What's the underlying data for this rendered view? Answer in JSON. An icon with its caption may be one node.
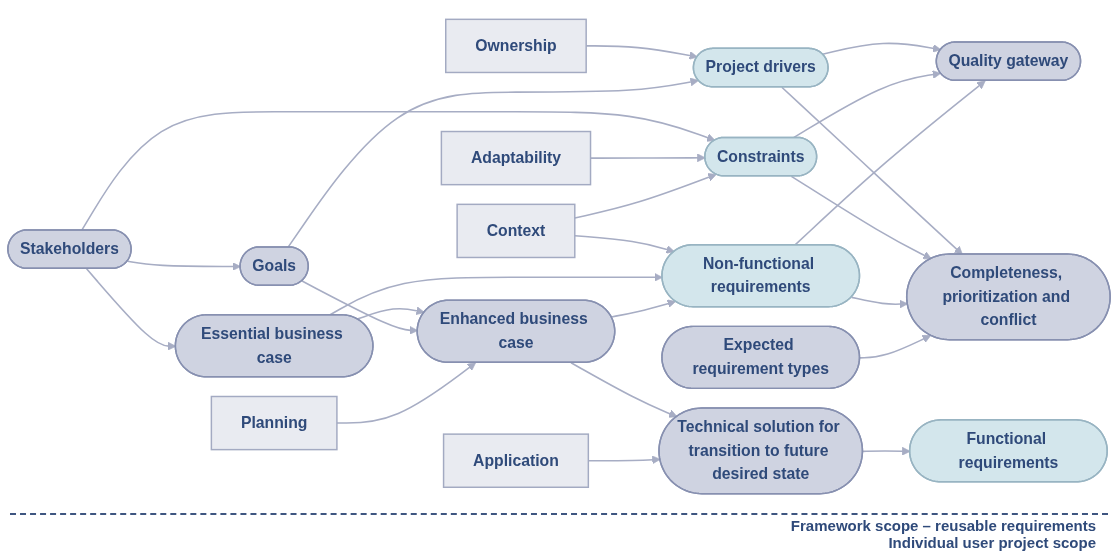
{
  "diagram": {
    "nodes": [
      {
        "text": [
          "Stakeholders"
        ]
      },
      {
        "text": [
          "Ownership"
        ]
      },
      {
        "text": [
          "Project drivers"
        ]
      },
      {
        "text": [
          "Quality gateway"
        ]
      },
      {
        "text": [
          "Adaptability"
        ]
      },
      {
        "text": [
          "Constraints"
        ]
      },
      {
        "text": [
          "Completeness, prioritization and conflict"
        ]
      },
      {
        "text": [
          "Essential business case"
        ]
      },
      {
        "text": [
          "Goals"
        ]
      },
      {
        "text": [
          "Context"
        ]
      },
      {
        "text": [
          "Expected requirement types"
        ]
      },
      {
        "text": [
          "Planning"
        ]
      },
      {
        "text": [
          "Enhanced business case"
        ]
      },
      {
        "text": [
          "Non-functional requirements"
        ]
      },
      {
        "text": [
          "Application"
        ]
      },
      {
        "text": [
          "Technical solution for transition to future desired state"
        ]
      },
      {
        "text": [
          "Functional requirements"
        ]
      }
    ],
    "edges": [
      {
        "from": 0,
        "to": 7,
        "arrow": "to"
      },
      {
        "from": 0,
        "to": 8,
        "arrow": "to"
      },
      {
        "from": 0,
        "to": 5,
        "arrow": "to"
      },
      {
        "from": 1,
        "to": 2,
        "arrow": "to"
      },
      {
        "from": 4,
        "to": 5,
        "arrow": "to"
      },
      {
        "from": 8,
        "to": 2,
        "arrow": "to"
      },
      {
        "from": 9,
        "to": 5,
        "arrow": "to"
      },
      {
        "from": 9,
        "to": 13,
        "arrow": "to"
      },
      {
        "from": 7,
        "to": 12,
        "arrow": "to"
      },
      {
        "from": 7,
        "to": 13,
        "arrow": "to"
      },
      {
        "from": 8,
        "to": 12,
        "arrow": "to"
      },
      {
        "from": 11,
        "to": 12,
        "arrow": "to"
      },
      {
        "from": 12,
        "to": 13,
        "arrow": "to"
      },
      {
        "from": 12,
        "to": 15,
        "arrow": "to"
      },
      {
        "from": 14,
        "to": 15,
        "arrow": "to"
      },
      {
        "from": 15,
        "to": 16,
        "arrow": "to"
      },
      {
        "from": 2,
        "to": 3,
        "arrow": "to"
      },
      {
        "from": 2,
        "to": 6,
        "arrow": "to"
      },
      {
        "from": 5,
        "to": 3,
        "arrow": "to"
      },
      {
        "from": 5,
        "to": 6,
        "arrow": "to"
      },
      {
        "from": 13,
        "to": 3,
        "arrow": "to"
      },
      {
        "from": 13,
        "to": 6,
        "arrow": "to"
      },
      {
        "from": 10,
        "to": 6,
        "arrow": "to"
      }
    ],
    "labels": [
      "Framework scope – reusable requirements",
      "Individual user project scope"
    ]
  }
}
